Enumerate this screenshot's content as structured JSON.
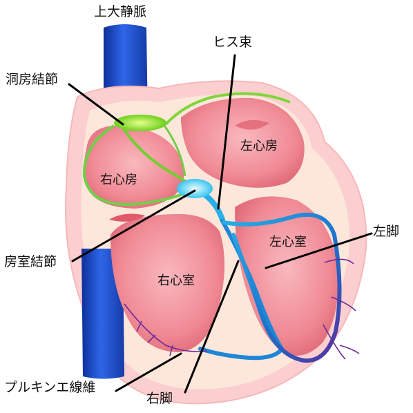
{
  "labels": {
    "svc": "上大静脈",
    "sa_node": "洞房結節",
    "his": "ヒス束",
    "la": "左心房",
    "ra": "右心房",
    "lv": "左心室",
    "rv": "右心室",
    "av_node": "房室結節",
    "left_bundle": "左脚",
    "purkinje": "プルキンエ線維",
    "right_bundle": "右脚"
  },
  "colors": {
    "vena_cava": "#1f4fd0",
    "heart_outer": "#fbd0cf",
    "heart_rim": "#fdf0d8",
    "chamber": "#f28a94",
    "sa_node": "#8de02a",
    "conduction": "#2ab0e8",
    "purkinje": "#6a2a9a",
    "leader_line": "#000000"
  }
}
